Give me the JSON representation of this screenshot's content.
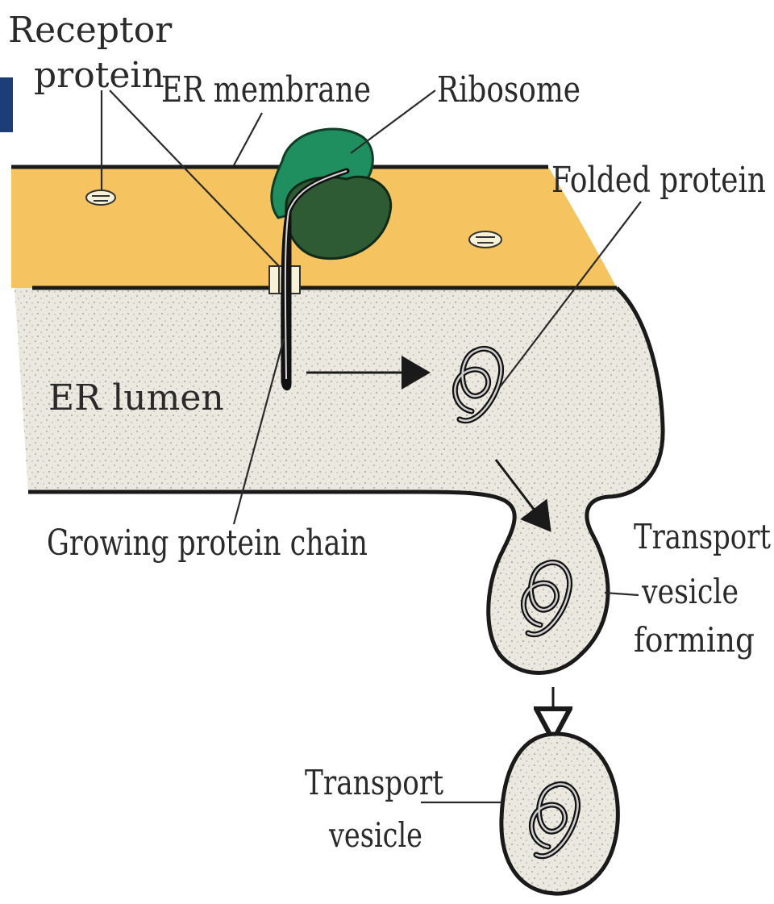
{
  "labels": {
    "receptor_protein_line1": "Receptor",
    "receptor_protein_line2": "protein",
    "er_membrane": "ER membrane",
    "ribosome": "Ribosome",
    "folded_protein": "Folded protein",
    "er_lumen": "ER lumen",
    "growing_protein_chain": "Growing protein chain",
    "transport_vesicle_forming_line1": "Transport",
    "transport_vesicle_forming_line2": "vesicle",
    "transport_vesicle_forming_line3": "forming",
    "transport_vesicle_line1": "Transport",
    "transport_vesicle_line2": "vesicle"
  },
  "colors": {
    "membrane": "#f5c461",
    "lumen": "#e6e3da",
    "ribosome_large": "#1f8f5f",
    "ribosome_small": "#2e5a34",
    "corner_tab": "#1b3e78"
  }
}
